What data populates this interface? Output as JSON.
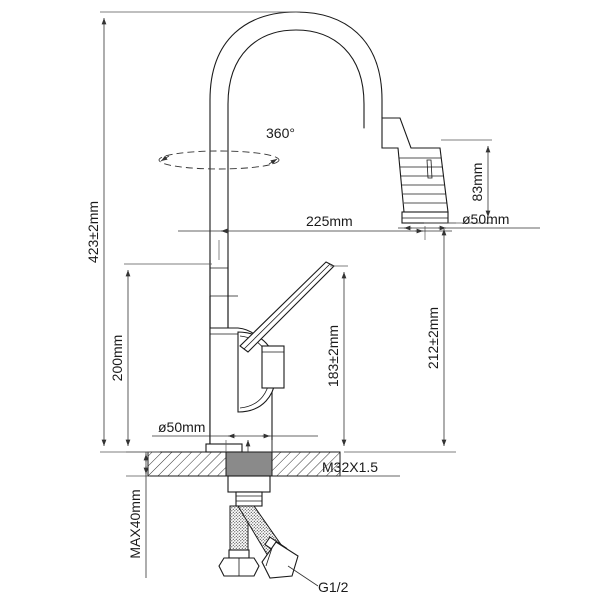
{
  "drawing": {
    "title": "Kitchen Pull-Down Faucet Technical Drawing",
    "background_color": "#ffffff",
    "line_color": "#1a1a1a",
    "hatch_color": "#1a1a1a",
    "shank_color": "#8a8a8a"
  },
  "dimensions": {
    "overall_height": "423±2mm",
    "spout_height": "200mm",
    "spout_reach": "225mm",
    "sprayhead_length": "83mm",
    "sprayhead_diameter": "ø50mm",
    "base_diameter": "ø50mm",
    "handle_height": "183±2mm",
    "sprayhead_center_height": "212±2mm",
    "max_counter_thickness": "MAX40mm",
    "thread_mount": "M32X1.5",
    "thread_inlet": "G1/2",
    "rotation": "360°"
  },
  "labels": [
    {
      "id": "overall-height",
      "text": "423±2mm",
      "orientation": "vertical"
    },
    {
      "id": "spout-height",
      "text": "200mm",
      "orientation": "vertical"
    },
    {
      "id": "base-diameter",
      "text": "ø50mm",
      "orientation": "horizontal"
    },
    {
      "id": "max-counter",
      "text": "MAX40mm",
      "orientation": "vertical"
    },
    {
      "id": "rotation",
      "text": "360°",
      "orientation": "horizontal"
    },
    {
      "id": "spout-reach",
      "text": "225mm",
      "orientation": "horizontal"
    },
    {
      "id": "sprayhead-length",
      "text": "83mm",
      "orientation": "vertical"
    },
    {
      "id": "sprayhead-diameter",
      "text": "ø50mm",
      "orientation": "horizontal"
    },
    {
      "id": "sprayhead-center-height",
      "text": "212±2mm",
      "orientation": "vertical"
    },
    {
      "id": "handle-height",
      "text": "183±2mm",
      "orientation": "vertical"
    },
    {
      "id": "thread-mount",
      "text": "M32X1.5",
      "orientation": "horizontal"
    },
    {
      "id": "thread-inlet",
      "text": "G1/2",
      "orientation": "horizontal"
    }
  ]
}
